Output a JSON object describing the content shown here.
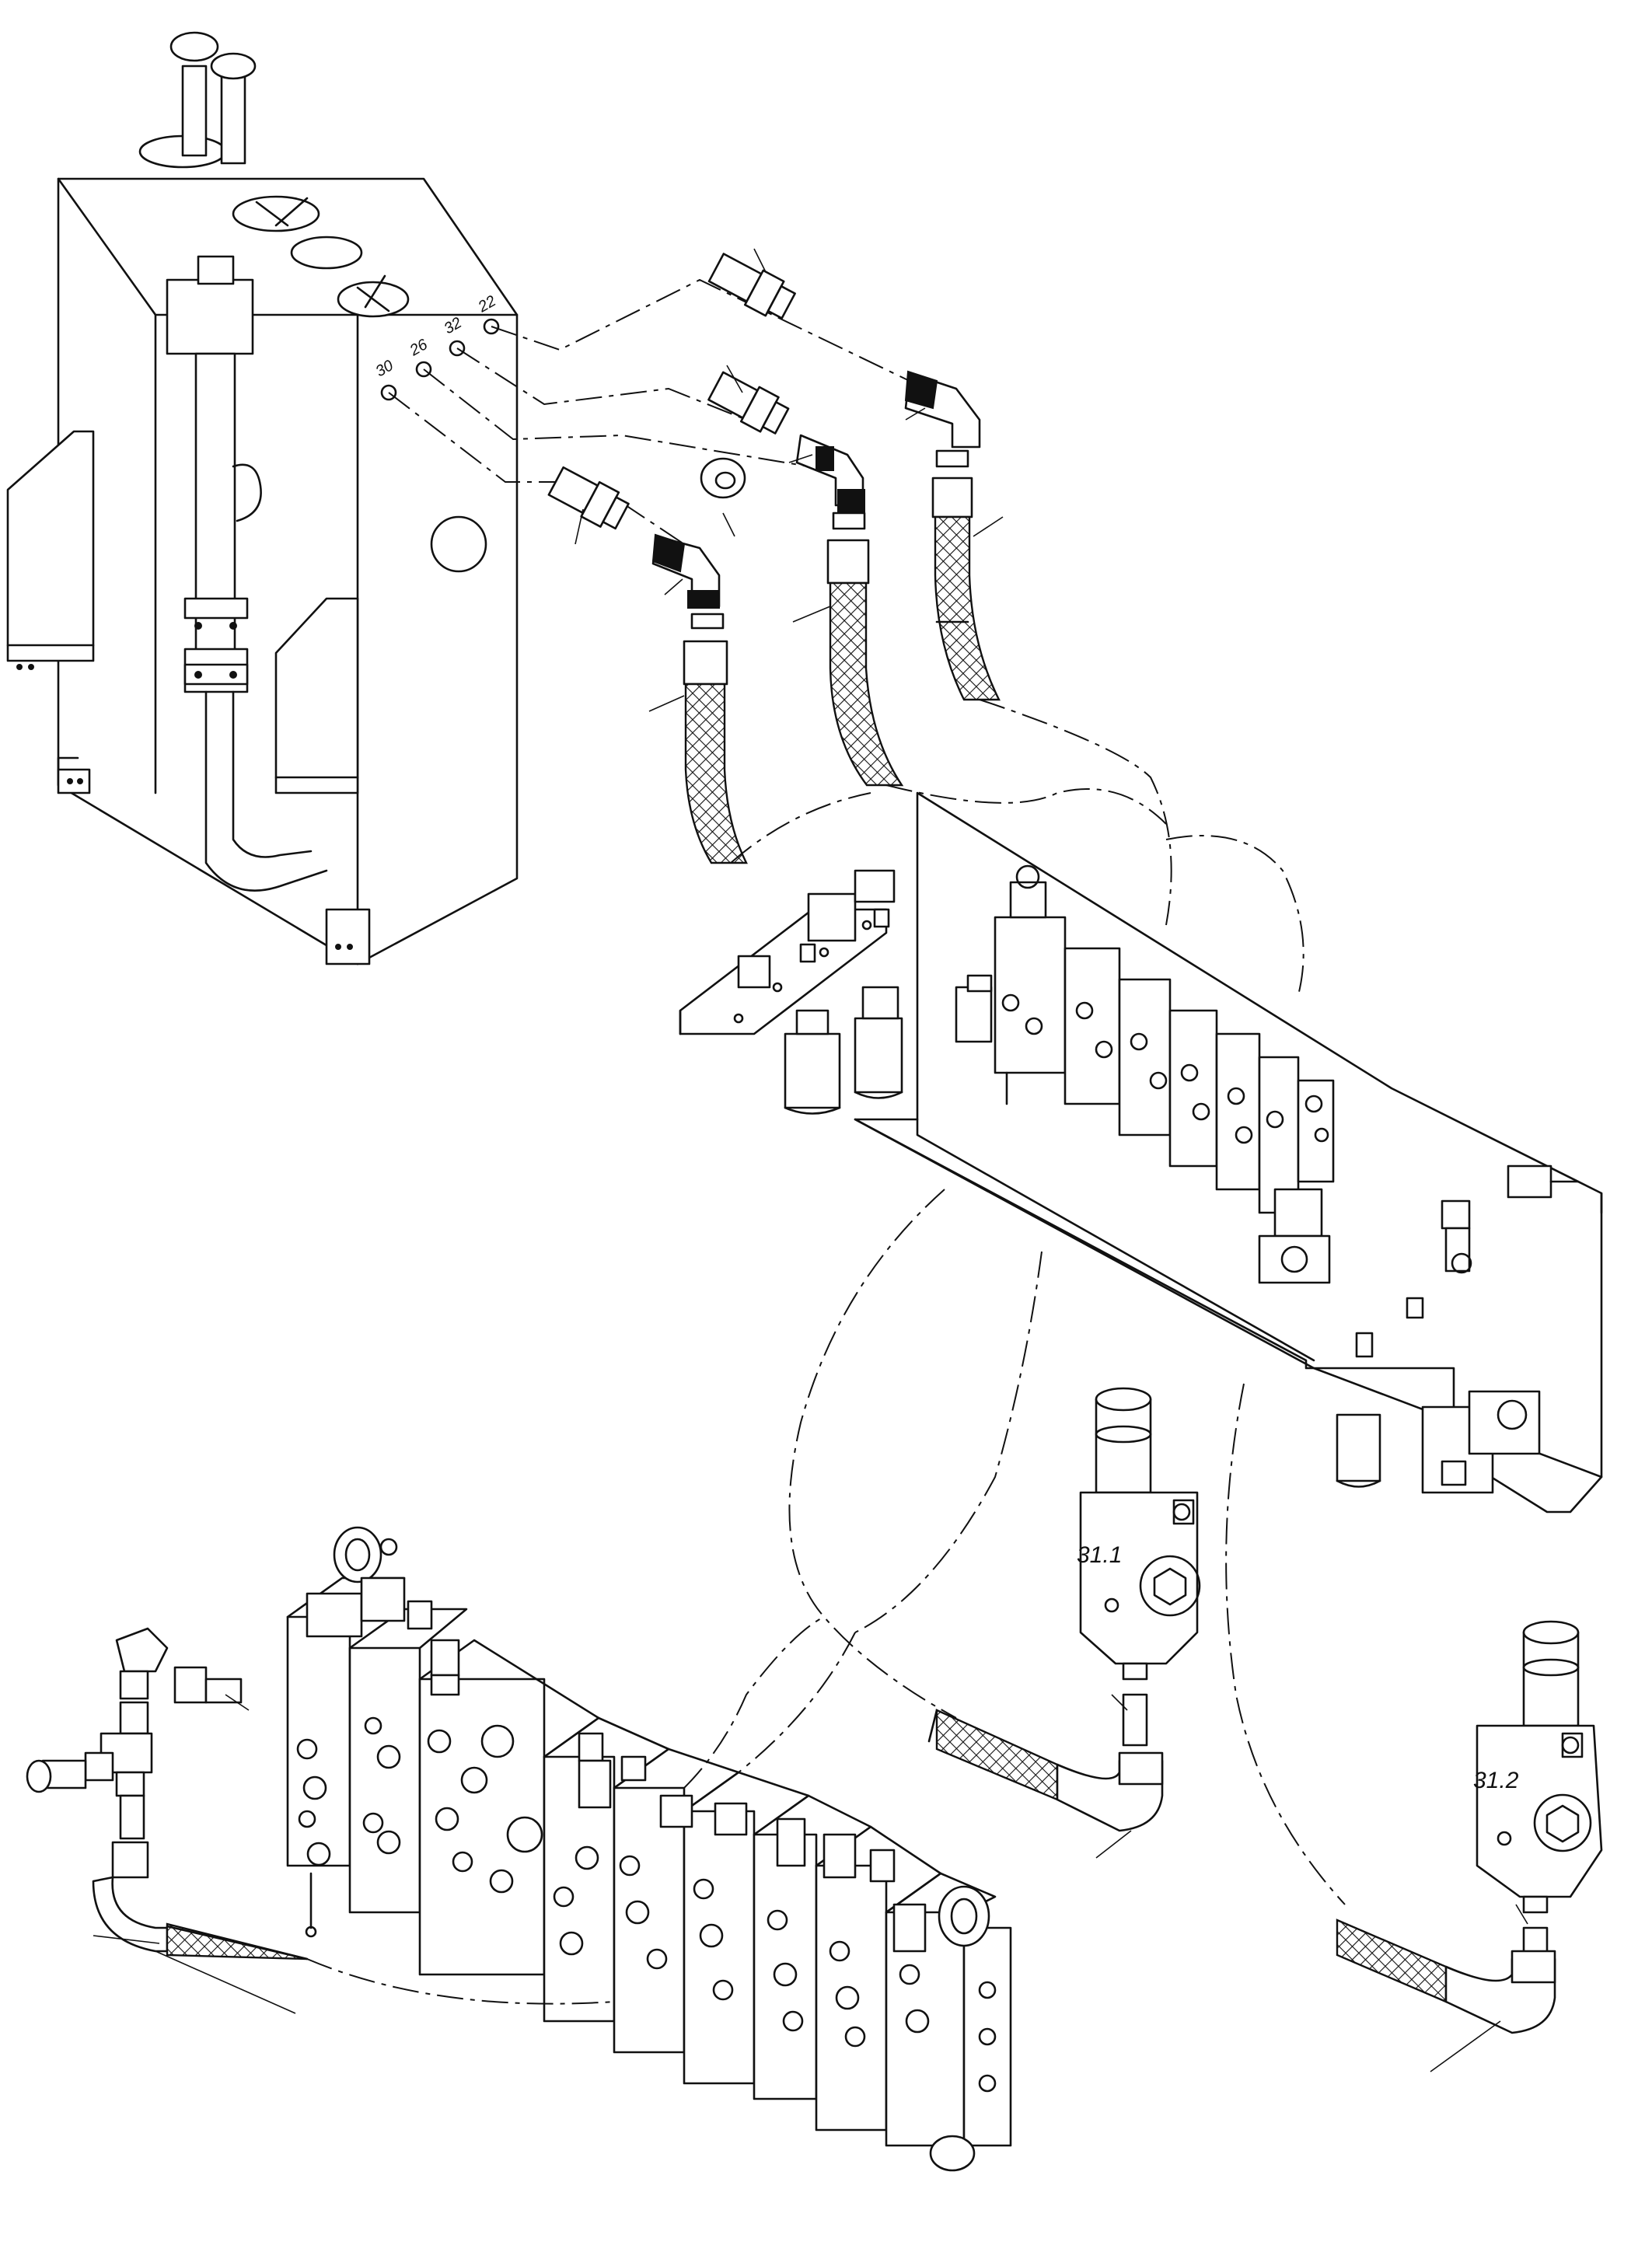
{
  "diagram": {
    "port_labels": [
      "30",
      "26",
      "32",
      "22"
    ],
    "valve_labels": [
      "31.1",
      "31.2"
    ]
  }
}
